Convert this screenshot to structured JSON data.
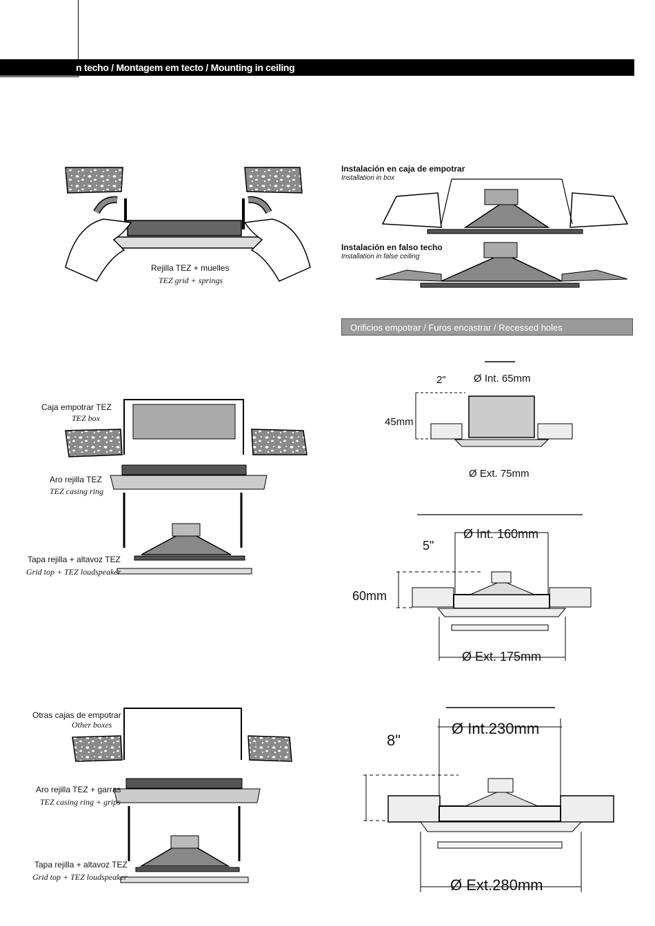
{
  "header": {
    "title": "n techo / Montagem em tecto / Mounting in ceiling"
  },
  "step1": {
    "caption_es": "Rejilla TEZ + muelles",
    "caption_en": "TEZ grid + springs"
  },
  "install_box": {
    "title_es": "Instalación en caja de empotrar",
    "title_en": "Installation in box"
  },
  "install_false": {
    "title_es": "Instalación en falso techo",
    "title_en": "Installation in false ceiling"
  },
  "recessed_bar": {
    "label": "Orificios empotrar /  Furos encastrar /  Recessed holes"
  },
  "step2": {
    "box_es": "Caja empotrar TEZ",
    "box_en": "TEZ box",
    "ring_es": "Aro rejilla TEZ",
    "ring_en": "TEZ casing ring",
    "top_es": "Tapa rejilla + altavoz TEZ",
    "top_en": "Grid top + TEZ loudspeaker"
  },
  "step3": {
    "box_es": "Otras cajas de empotrar",
    "box_en": "Other boxes",
    "ring_es": "Aro rejilla TEZ + garras",
    "ring_en": "TEZ casing ring + grips",
    "top_es": "Tapa rejilla + altavoz TEZ",
    "top_en": "Grid top + TEZ loudspeaker"
  },
  "dims_2in": {
    "size": "2\"",
    "int": "Ø Int. 65mm",
    "height": "45mm",
    "ext": "Ø Ext. 75mm"
  },
  "dims_5in": {
    "size": "5\"",
    "int": "Ø Int. 160mm",
    "height": "60mm",
    "ext": "Ø Ext. 175mm"
  },
  "dims_8in": {
    "size": "8\"",
    "int": "Ø Int.230mm",
    "ext": "Ø Ext.280mm"
  }
}
